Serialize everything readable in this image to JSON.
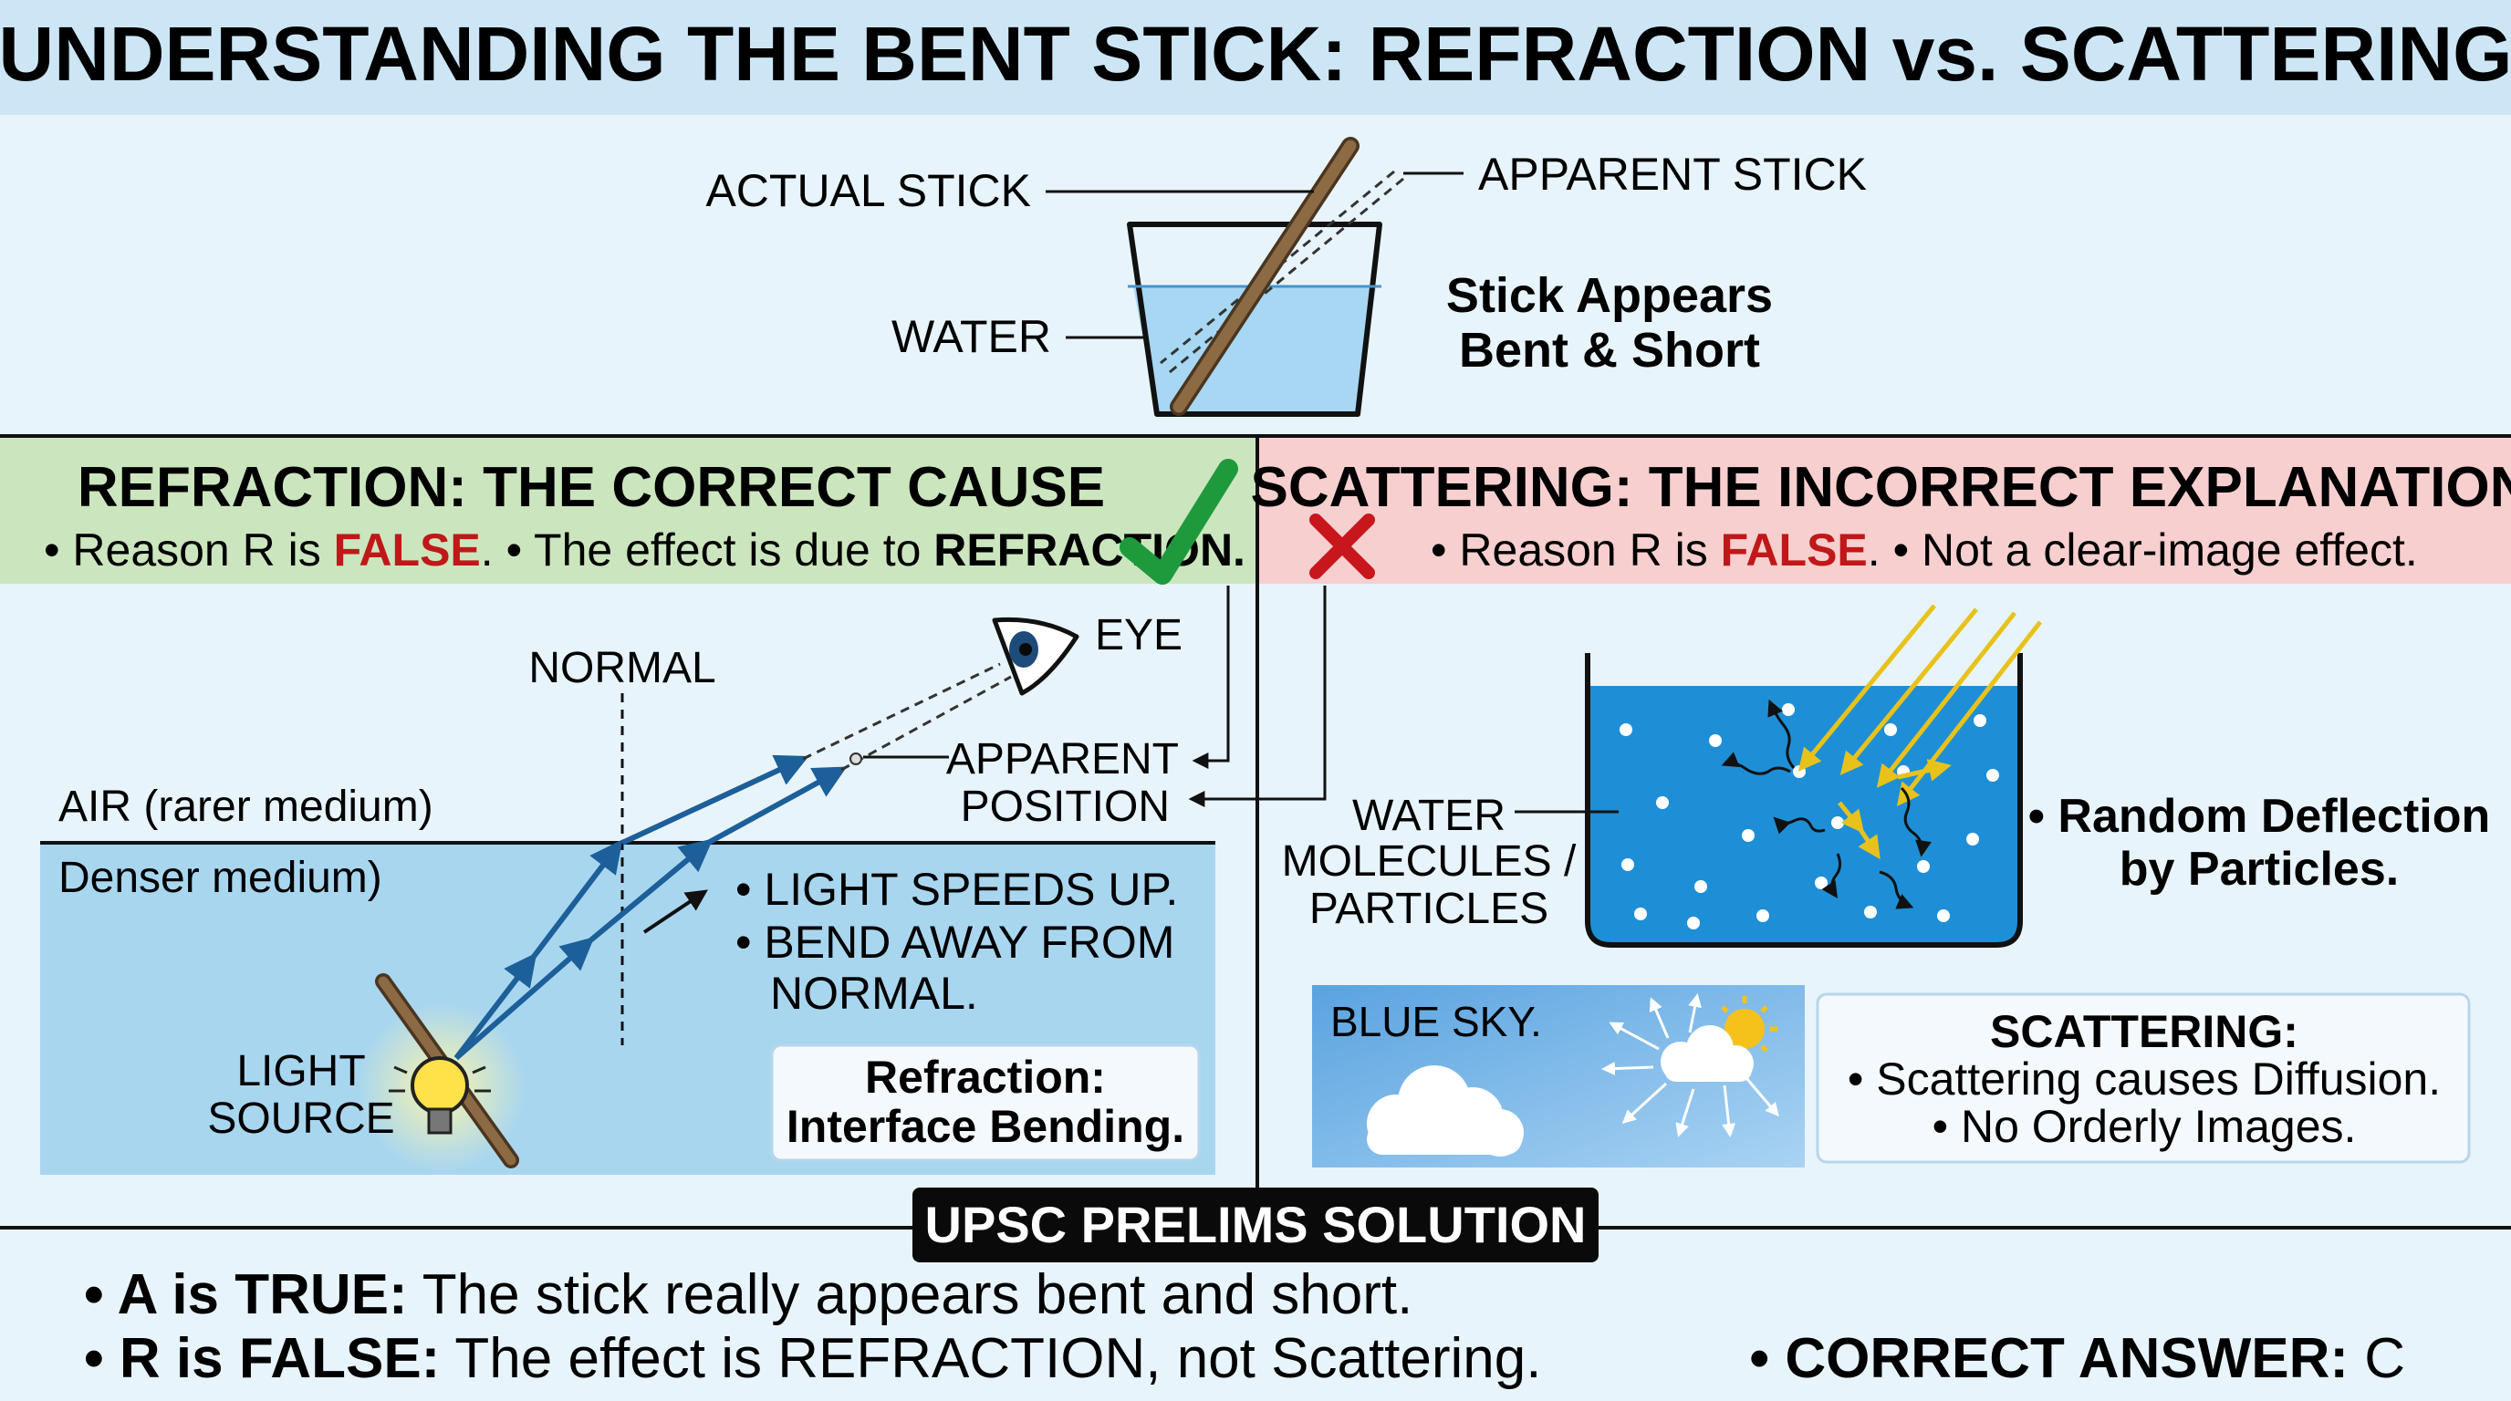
{
  "title": "UNDERSTANDING THE BENT STICK: REFRACTION vs. SCATTERING",
  "top": {
    "actual_stick": "ACTUAL STICK",
    "apparent_stick": "APPARENT STICK",
    "water": "WATER",
    "appears_line1": "Stick Appears",
    "appears_line2": "Bent & Short"
  },
  "refraction": {
    "heading": "REFRACTION: THE CORRECT CAUSE",
    "sub_a": "• Reason R is ",
    "sub_false": "FALSE",
    "sub_b": ". • The effect is due to ",
    "sub_bold": "REFRACTION.",
    "normal": "NORMAL",
    "eye": "EYE",
    "apparent_line1": "APPARENT",
    "apparent_line2": "POSITION",
    "air": "AIR (rarer medium)",
    "denser": "Denser medium)",
    "bullet1": "• LIGHT SPEEDS UP.",
    "bullet2": "• BEND AWAY FROM",
    "bullet3": "NORMAL.",
    "light_line1": "LIGHT",
    "light_line2": "SOURCE",
    "box_line1": "Refraction:",
    "box_line2": "Interface Bending."
  },
  "scattering": {
    "heading": "SCATTERING: THE INCORRECT EXPLANATION",
    "sub_a": "• Reason R is ",
    "sub_false": "FALSE",
    "sub_b": ". • Not a clear-image effect.",
    "water_line1": "WATER",
    "water_line2": "MOLECULES /",
    "water_line3": "PARTICLES",
    "random_line1": "• Random Deflection",
    "random_line2": "by Particles.",
    "blue_sky": "BLUE SKY.",
    "box_line1": "SCATTERING:",
    "box_line2": "• Scattering causes Diffusion.",
    "box_line3": "• No Orderly Images."
  },
  "solution": {
    "label": "UPSC PRELIMS SOLUTION",
    "a_bold": "• A is TRUE:",
    "a_text": " The stick really appears bent and short.",
    "r_bold": "• R is FALSE:",
    "r_text": " The effect is REFRACTION, not Scattering.",
    "answer_bold": "• CORRECT ANSWER:",
    "answer_text": " C"
  },
  "colors": {
    "accent_green": "#1e9a3c",
    "accent_red": "#c8161d",
    "ray_blue": "#1c5f99",
    "water_blue": "#1e8fd6"
  }
}
